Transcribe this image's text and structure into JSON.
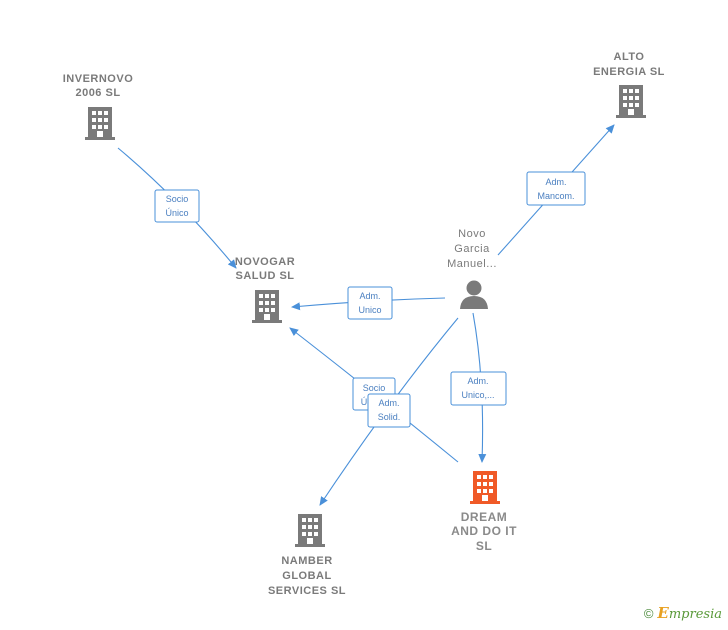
{
  "nodes": {
    "invernovo": {
      "lines": [
        "INVERNOVO",
        "2006 SL"
      ],
      "color": "#7a7a7a"
    },
    "alto_energia": {
      "lines": [
        "ALTO",
        "ENERGIA SL"
      ],
      "color": "#7a7a7a"
    },
    "novogar": {
      "lines": [
        "NOVOGAR",
        "SALUD SL"
      ],
      "color": "#7a7a7a"
    },
    "person": {
      "lines": [
        "Novo",
        "Garcia",
        "Manuel..."
      ],
      "color": "#7a7a7a"
    },
    "dream": {
      "lines": [
        "DREAM",
        "AND DO IT",
        "SL"
      ],
      "color": "#f05a28"
    },
    "namber": {
      "lines": [
        "NAMBER",
        "GLOBAL",
        "SERVICES SL"
      ],
      "color": "#7a7a7a"
    }
  },
  "edges": {
    "invernovo_novogar": [
      "Socio",
      "Único"
    ],
    "person_alto": [
      "Adm.",
      "Mancom."
    ],
    "person_novogar": [
      "Adm.",
      "Unico"
    ],
    "person_dream": [
      "Adm.",
      "Unico,..."
    ],
    "dream_novogar": [
      "Socio",
      "Ú"
    ],
    "person_namber": [
      "Adm.",
      "Solid."
    ]
  },
  "colors": {
    "edge": "#4a90d9",
    "building": "#7a7a7a",
    "focus": "#f05a28",
    "person": "#7a7a7a"
  },
  "footer": {
    "copyright": "©",
    "brand_initial": "E",
    "brand_rest": "mpresia"
  }
}
